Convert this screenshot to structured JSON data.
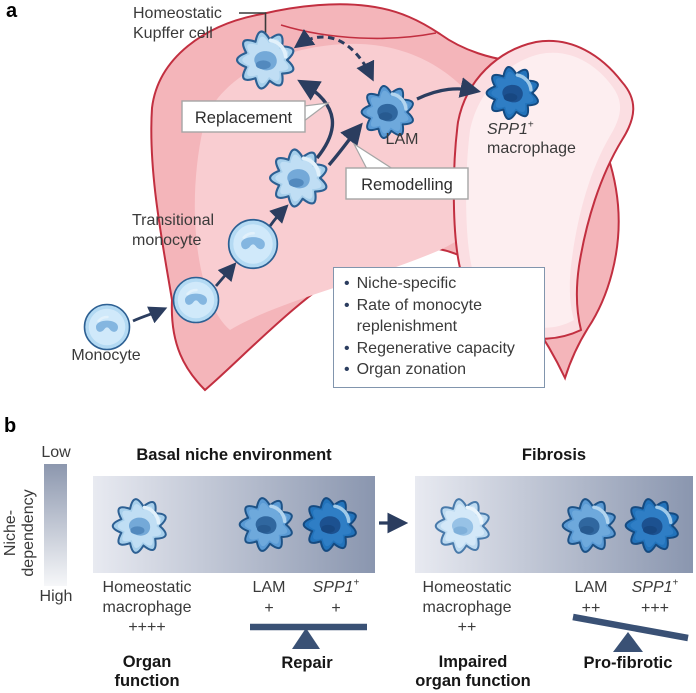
{
  "colors": {
    "text": "#3a3a3a",
    "heading": "#161616",
    "arrow": "#2b3d5f",
    "seesaw": "#3a5175",
    "liver_main": "#f4b5ba",
    "liver_main_inner": "#f9cdd1",
    "liver_stroke": "#c22f40",
    "liver_right": "#fbdee2",
    "liver_right_inner": "#fdeef0",
    "callout_border": "#a6a6a6",
    "box_border": "#8195ad",
    "grad_light": "#e8eaf1",
    "grad_dark": "#8a96af",
    "bar_top": "#8c97ae",
    "bar_bottom": "#f6f7f9"
  },
  "palettes": {
    "light": {
      "body": "#a7cfeb",
      "inner": "#c0def4",
      "nuc": "#74a9d8",
      "nuc2": "#5289be",
      "out": "#2d6093",
      "hi": "#e2f1fb"
    },
    "pale": {
      "body": "#bedbf1",
      "inner": "#d3e8f8",
      "nuc": "#97c2e6",
      "nuc2": "#7fb0da",
      "out": "#497aaa",
      "hi": "#eaf4fb"
    },
    "mid": {
      "body": "#5a9ad4",
      "inner": "#6ea9dc",
      "nuc": "#30679f",
      "nuc2": "#275a90",
      "out": "#1d5286",
      "hi": "#b3d5ef"
    },
    "dark": {
      "body": "#2273bb",
      "inner": "#2f7ec5",
      "nuc": "#1c5190",
      "nuc2": "#174781",
      "out": "#154a80",
      "hi": "#a0cae9"
    },
    "mono": {
      "body": "#b4daf3",
      "inner": "#d0e9fa",
      "nuc": "#84b6e0",
      "nuc2": "#6ea3d4",
      "out": "#2d6093",
      "hi": "#e2f1fb"
    }
  },
  "panel_a": {
    "tag": "a",
    "kupffer_label": "Homeostatic\nKupffer cell",
    "replacement": "Replacement",
    "remodelling": "Remodelling",
    "lam": "LAM",
    "spp1_gene": "SPP1",
    "spp1_sup": "+",
    "spp1_rest": "macrophage",
    "transitional": "Transitional\nmonocyte",
    "monocyte": "Monocyte",
    "bullets": [
      "Niche-specific",
      "Rate of monocyte replenishment",
      "Regenerative capacity",
      "Organ zonation"
    ]
  },
  "panel_b": {
    "tag": "b",
    "scale_low": "Low",
    "scale_high": "High",
    "axis_label": "Niche-\ndependency",
    "basal_title": "Basal niche environment",
    "fibrosis_title": "Fibrosis",
    "basal": {
      "homeo_label": "Homeostatic\nmacrophage",
      "homeo_score": "++++",
      "lam_label": "LAM",
      "lam_score": "+",
      "spp1_gene": "SPP1",
      "spp1_sup": "+",
      "spp1_score": "+",
      "balance_label": "Repair",
      "outcome": "Organ\nfunction"
    },
    "fibrosis": {
      "homeo_label": "Homeostatic\nmacrophage",
      "homeo_score": "++",
      "lam_label": "LAM",
      "lam_score": "++",
      "spp1_gene": "SPP1",
      "spp1_sup": "+",
      "spp1_score": "+++",
      "balance_label": "Pro-fibrotic",
      "outcome": "Impaired\norgan function"
    }
  }
}
